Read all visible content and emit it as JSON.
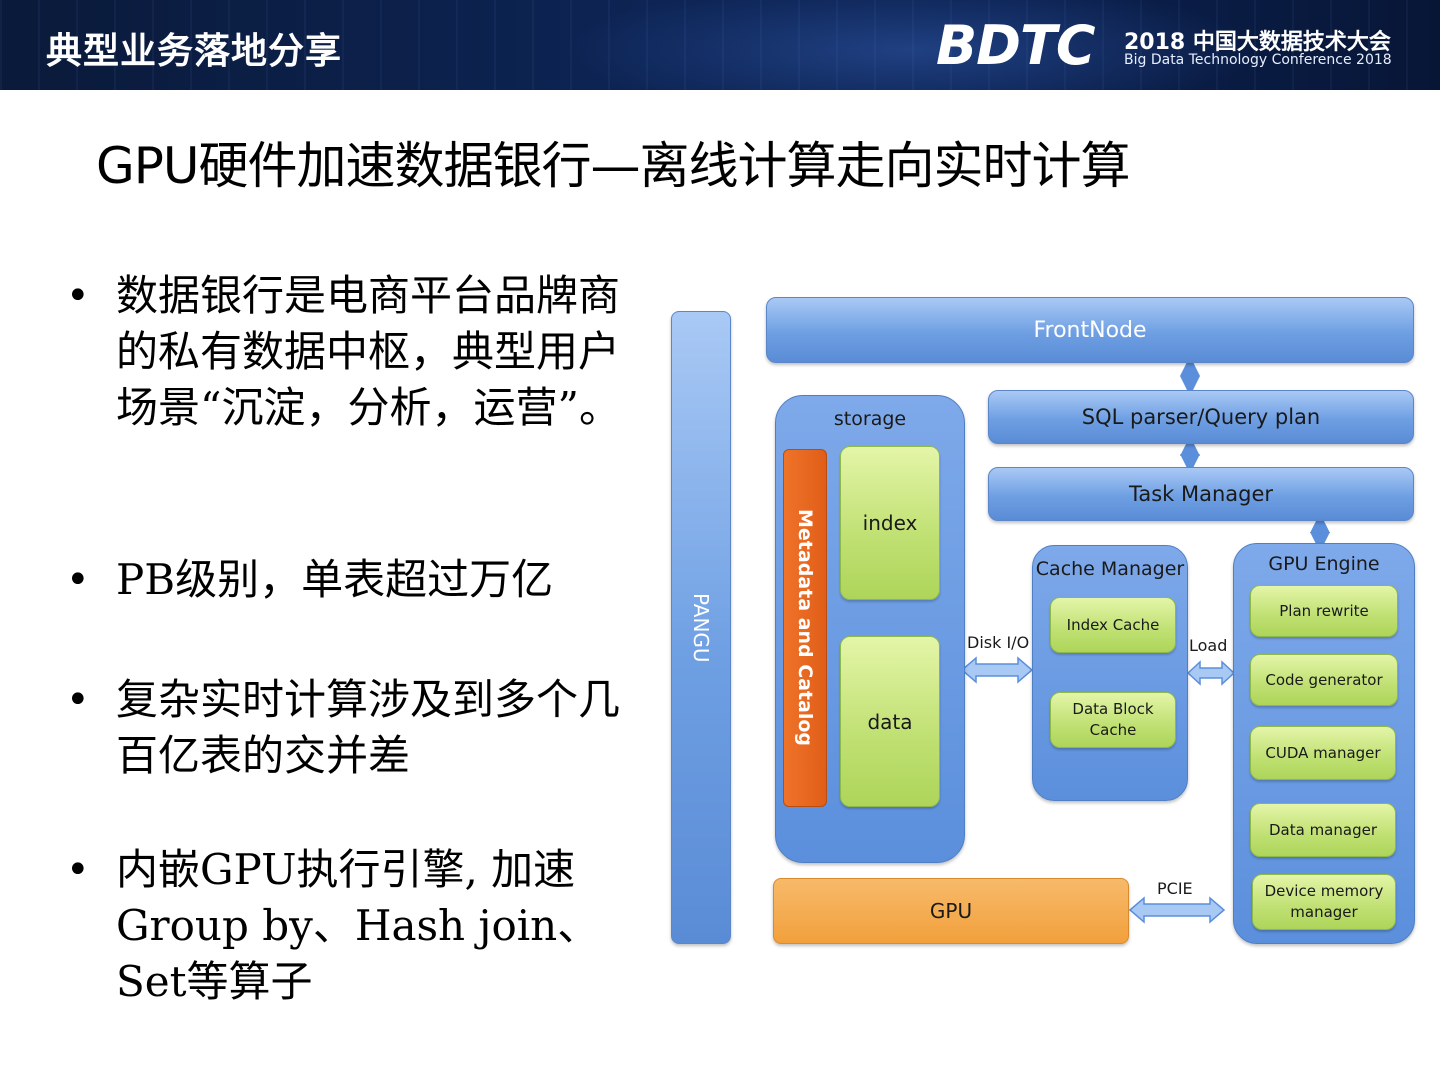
{
  "header": {
    "section_title": "典型业务落地分享",
    "logo": {
      "wordmark": "BDTC",
      "subtitle_cn": "2018 中国大数据技术大会",
      "subtitle_en": "Big Data Technology Conference 2018"
    }
  },
  "slide": {
    "title": "GPU硬件加速数据银行—离线计算走向实时计算"
  },
  "bullets": [
    "数据银行是电商平台品牌商的私有数据中枢，典型用户场景“沉淀，分析，运营”。",
    "PB级别，单表超过万亿",
    "复杂实时计算涉及到多个几百亿表的交并差",
    "内嵌GPU执行引擎, 加速Group by、Hash join、Set等算子"
  ],
  "diagram": {
    "pangu": "PANGU",
    "frontnode": "FrontNode",
    "sql_parser": "SQL parser/Query  plan",
    "task_manager": "Task Manager",
    "storage": {
      "title": "storage",
      "metadata": "Metadata and Catalog",
      "index": "index",
      "data": "data"
    },
    "cache_manager": {
      "title": "Cache Manager",
      "index_cache": "Index Cache",
      "data_block_cache_1": "Data Block",
      "data_block_cache_2": "Cache"
    },
    "gpu_engine": {
      "title": "GPU Engine",
      "plan_rewrite": "Plan rewrite",
      "code_generator": "Code generator",
      "cuda_manager": "CUDA manager",
      "data_manager": "Data manager",
      "device_memory_1": "Device memory",
      "device_memory_2": "manager"
    },
    "gpu": "GPU",
    "edge_labels": {
      "disk_io": "Disk I/O",
      "load": "Load",
      "pcie": "PCIE"
    },
    "colors": {
      "blue": "#6e9fe3",
      "green": "#bfe072",
      "orange": "#f2a03c",
      "metadata_orange": "#e6651e",
      "arrow": "#5b8fdc"
    }
  }
}
